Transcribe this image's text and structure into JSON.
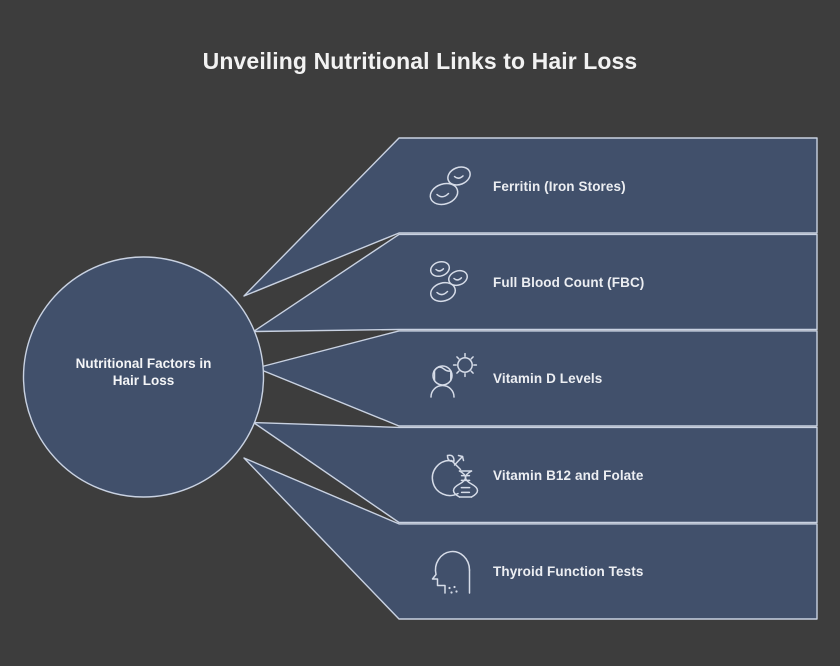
{
  "page": {
    "title": "Unveiling Nutritional Links to Hair Loss",
    "background_color": "#3d3d3d",
    "panel_color": "#41506b",
    "stroke_color": "#c9d2e2",
    "text_color": "#f2f2f2"
  },
  "hub": {
    "label_line1": "Nutritional Factors in",
    "label_line2": "Hair Loss",
    "label_full": "Nutritional Factors in Hair Loss"
  },
  "branches": [
    {
      "index": 1,
      "label": "Ferritin (Iron Stores)",
      "icon": "blood-cells-two-icon"
    },
    {
      "index": 2,
      "label": "Full Blood Count (FBC)",
      "icon": "blood-cells-three-icon"
    },
    {
      "index": 3,
      "label": "Vitamin D Levels",
      "icon": "person-sun-icon"
    },
    {
      "index": 4,
      "label": "Vitamin B12 and Folate",
      "icon": "apple-dna-icon"
    },
    {
      "index": 5,
      "label": "Thyroid Function Tests",
      "icon": "head-profile-thyroid-icon"
    }
  ]
}
